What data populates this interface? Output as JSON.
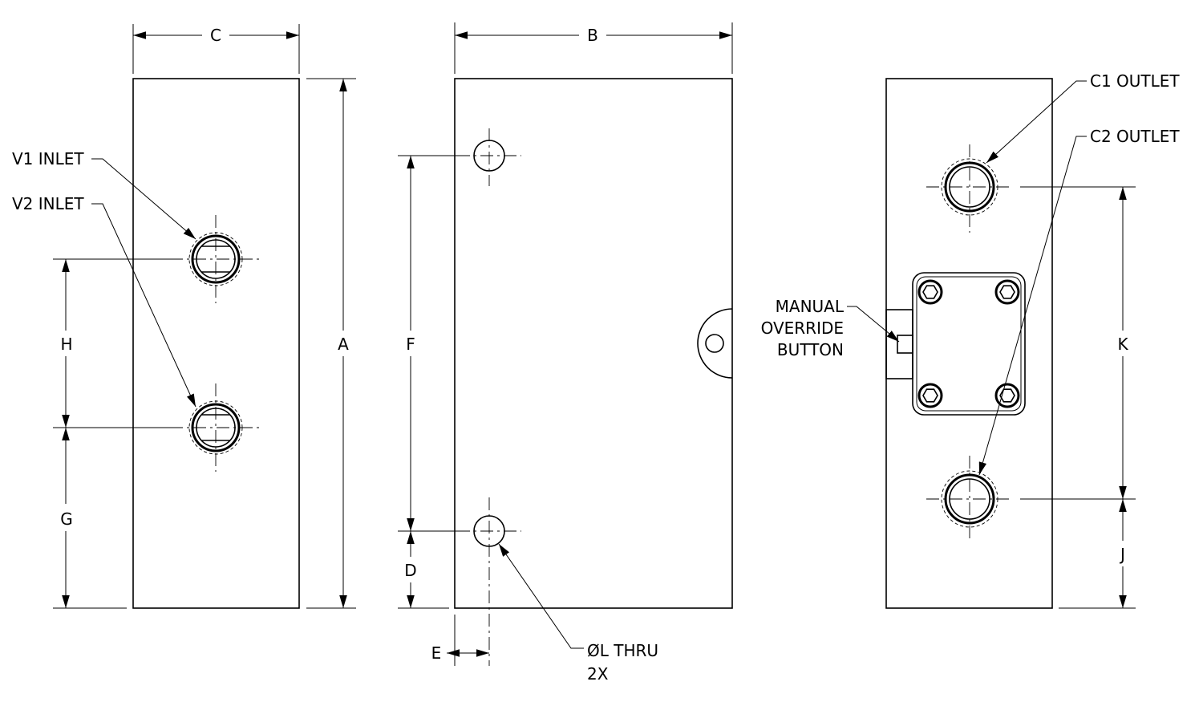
{
  "dimension_labels": {
    "a": "A",
    "b": "B",
    "c": "C",
    "d": "D",
    "e": "E",
    "f": "F",
    "g": "G",
    "h": "H",
    "j": "J",
    "k": "K"
  },
  "callouts": {
    "v1_inlet": "V1 INLET",
    "v2_inlet": "V2 INLET",
    "c1_outlet": "C1 OUTLET",
    "c2_outlet": "C2 OUTLET",
    "manual_override_line1": "MANUAL",
    "manual_override_line2": "OVERRIDE",
    "manual_override_line3": "BUTTON",
    "thru_hole_line1": "ØL THRU",
    "thru_hole_line2": "2X"
  },
  "colors": {
    "line": "#000000",
    "background": "#ffffff"
  }
}
